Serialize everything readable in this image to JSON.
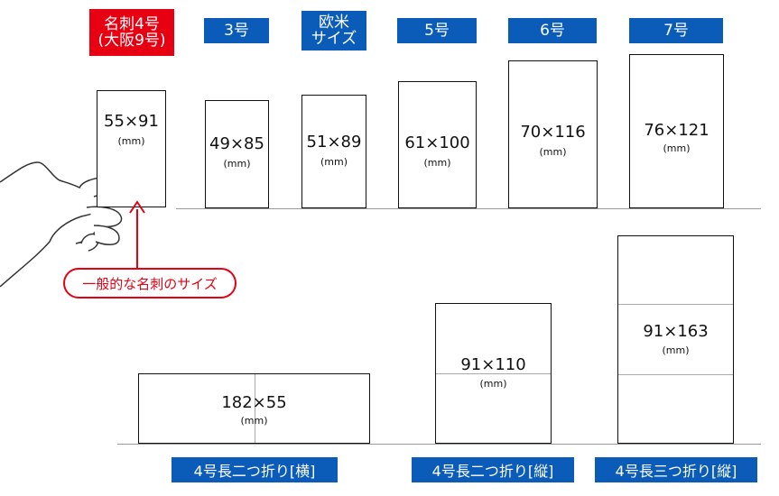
{
  "colors": {
    "accent_blue": "#0a5cb8",
    "accent_red": "#e60012"
  },
  "top": {
    "headers": {
      "meishi_line1": "名刺4号",
      "meishi_line2": "(大阪9号)",
      "size3": "3号",
      "euro_line1": "欧米",
      "euro_line2": "サイズ",
      "size5": "5号",
      "size6": "6号",
      "size7": "7号"
    },
    "cards": {
      "meishi": {
        "dims": "55×91",
        "unit": "(mm)"
      },
      "size3": {
        "dims": "49×85",
        "unit": "(mm)"
      },
      "euro": {
        "dims": "51×89",
        "unit": "(mm)"
      },
      "size5": {
        "dims": "61×100",
        "unit": "(mm)"
      },
      "size6": {
        "dims": "70×116",
        "unit": "(mm)"
      },
      "size7": {
        "dims": "76×121",
        "unit": "(mm)"
      }
    },
    "callout": "一般的な名刺のサイズ",
    "hand_icon": "hand-holding-card-icon"
  },
  "bottom": {
    "cards": {
      "fold_h": {
        "dims": "182×55",
        "unit": "(mm)"
      },
      "fold_v": {
        "dims": "91×110",
        "unit": "(mm)"
      },
      "fold_tri": {
        "dims": "91×163",
        "unit": "(mm)"
      }
    },
    "labels": {
      "fold_h": "4号長二つ折り[横]",
      "fold_v": "4号長二つ折り[縦]",
      "fold_tri": "4号長三つ折り[縦]"
    }
  }
}
